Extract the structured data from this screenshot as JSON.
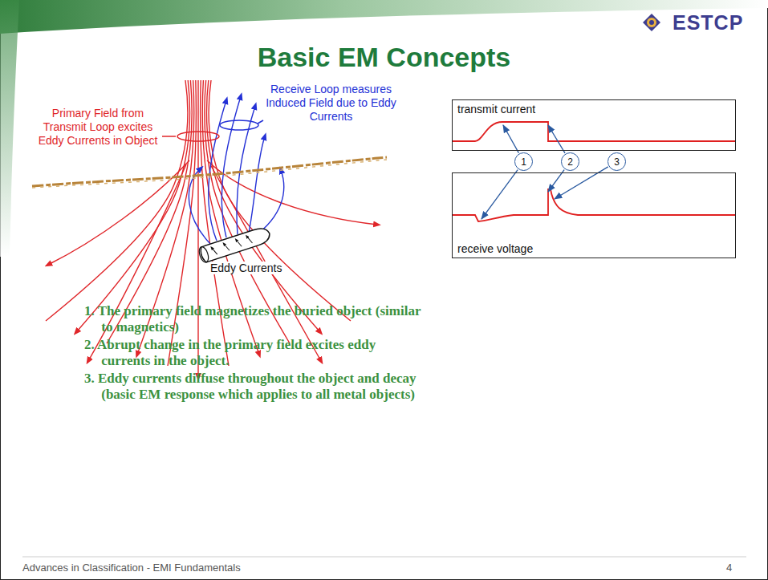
{
  "diagram": {
    "title": "Basic EM Concepts",
    "nodes": [
      {
        "text": [
          "transmit current"
        ]
      },
      {
        "text": [
          "1"
        ]
      },
      {
        "text": [
          "2"
        ]
      },
      {
        "text": [
          "3"
        ]
      },
      {
        "text": [
          "receive voltage"
        ]
      }
    ],
    "edges": [
      {
        "from": 1,
        "to": 0,
        "arrow": "to"
      },
      {
        "from": 1,
        "to": 4,
        "arrow": "to"
      },
      {
        "from": 2,
        "to": 0,
        "arrow": "to"
      },
      {
        "from": 2,
        "to": 4,
        "arrow": "to"
      },
      {
        "from": 3,
        "to": 4,
        "arrow": "to"
      }
    ],
    "labels": [
      "ESTCP",
      "Primary Field from Transmit Loop excites Eddy Currents in Object",
      "Receive Loop measures Induced Field due to Eddy Currents",
      "Eddy Currents",
      "1. The primary field magnetizes the buried object (similar to magnetics)",
      "2. Abrupt change in the primary field excites eddy currents in the object.",
      "3. Eddy currents diffuse throughout the object and decay (basic EM response which applies to all metal objects)",
      "Advances in Classification - EMI Fundamentals",
      "4"
    ]
  }
}
